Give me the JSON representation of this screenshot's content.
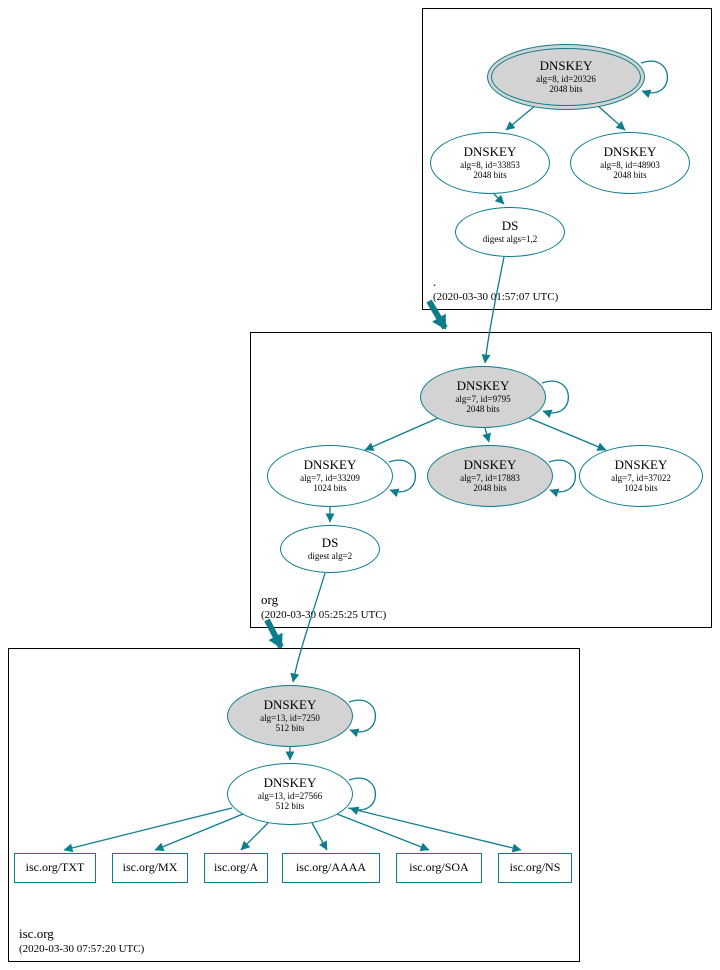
{
  "colors": {
    "accent": "#0d7d8c",
    "sep_key_fill": "#d3d3d3",
    "node_fill": "#ffffff",
    "box_border": "#000000"
  },
  "zones": [
    {
      "name": ".",
      "timestamp": "(2020-03-30 01:57:07 UTC)",
      "ksk": {
        "title": "DNSKEY",
        "detail1": "alg=8, id=20326",
        "detail2": "2048 bits"
      },
      "zsk1": {
        "title": "DNSKEY",
        "detail1": "alg=8, id=33853",
        "detail2": "2048 bits"
      },
      "zsk2": {
        "title": "DNSKEY",
        "detail1": "alg=8, id=48903",
        "detail2": "2048 bits"
      },
      "ds": {
        "title": "DS",
        "detail1": "digest algs=1,2"
      }
    },
    {
      "name": "org",
      "timestamp": "(2020-03-30 05:25:25 UTC)",
      "ksk": {
        "title": "DNSKEY",
        "detail1": "alg=7, id=9795",
        "detail2": "2048 bits"
      },
      "zsk1": {
        "title": "DNSKEY",
        "detail1": "alg=7, id=33209",
        "detail2": "1024 bits"
      },
      "zsk2": {
        "title": "DNSKEY",
        "detail1": "alg=7, id=17883",
        "detail2": "2048 bits"
      },
      "zsk3": {
        "title": "DNSKEY",
        "detail1": "alg=7, id=37022",
        "detail2": "1024 bits"
      },
      "ds": {
        "title": "DS",
        "detail1": "digest alg=2"
      }
    },
    {
      "name": "isc.org",
      "timestamp": "(2020-03-30 07:57:20 UTC)",
      "ksk": {
        "title": "DNSKEY",
        "detail1": "alg=13, id=7250",
        "detail2": "512 bits"
      },
      "zsk1": {
        "title": "DNSKEY",
        "detail1": "alg=13, id=27566",
        "detail2": "512 bits"
      },
      "rrsets": [
        {
          "label": "isc.org/TXT"
        },
        {
          "label": "isc.org/MX"
        },
        {
          "label": "isc.org/A"
        },
        {
          "label": "isc.org/AAAA"
        },
        {
          "label": "isc.org/SOA"
        },
        {
          "label": "isc.org/NS"
        }
      ]
    }
  ]
}
